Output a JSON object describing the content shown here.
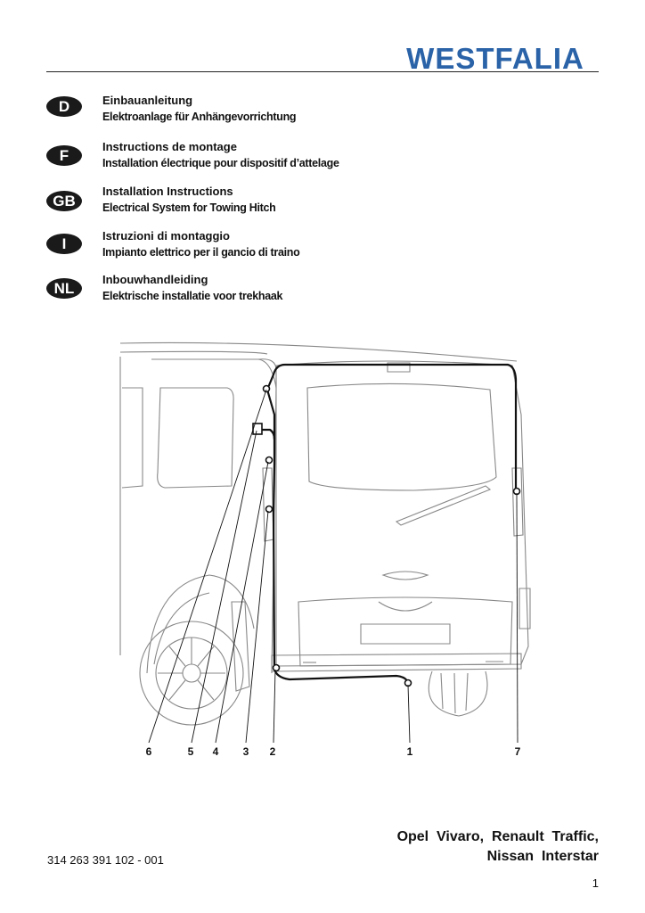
{
  "header": {
    "brand": "WESTFALIA"
  },
  "languages": [
    {
      "code": "D",
      "title": "Einbauanleitung",
      "subtitle": "Elektroanlage für Anhängevorrichtung"
    },
    {
      "code": "F",
      "title": "Instructions de montage",
      "subtitle": "Installation électrique pour dispositif d’attelage"
    },
    {
      "code": "GB",
      "title": "Installation Instructions",
      "subtitle": "Electrical System for Towing Hitch"
    },
    {
      "code": "I",
      "title": "Istruzioni di montaggio",
      "subtitle": "Impianto elettrico per il gancio di traino"
    },
    {
      "code": "NL",
      "title": "Inbouwhandleiding",
      "subtitle": "Elektrische installatie voor trekhaak"
    }
  ],
  "diagram": {
    "callouts": [
      "6",
      "5",
      "4",
      "3",
      "2",
      "1",
      "7"
    ]
  },
  "footer": {
    "part_number": "314 263 391 102 - 001",
    "models_line1": "Opel  Vivaro,  Renault  Traffic,",
    "models_line2": "Nissan  Interstar",
    "page_number": "1"
  }
}
